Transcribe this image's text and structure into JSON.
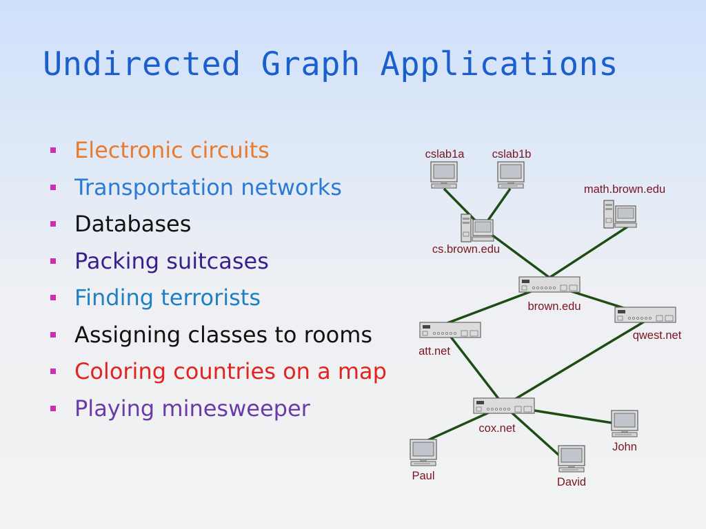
{
  "slide": {
    "title": "Undirected Graph Applications",
    "bullet_color": "#cc2fb3",
    "bullets": [
      {
        "text": "Electronic circuits",
        "color": "#ea7a2c"
      },
      {
        "text": "Transportation networks",
        "color": "#2b7ad6"
      },
      {
        "text": "Databases",
        "color": "#111111"
      },
      {
        "text": "Packing suitcases",
        "color": "#3a1f8c"
      },
      {
        "text": "Finding terrorists",
        "color": "#1f7fc4"
      },
      {
        "text": "Assigning classes to rooms",
        "color": "#111111"
      },
      {
        "text": "Coloring countries on a map",
        "color": "#e3231f"
      },
      {
        "text": "Playing minesweeper",
        "color": "#6a3aa8"
      }
    ]
  },
  "network": {
    "edge_color": "#1d4d14",
    "label_color": "#7a1420",
    "nodes": [
      {
        "id": "cslab1a",
        "label": "cslab1a",
        "kind": "workstation-icon"
      },
      {
        "id": "cslab1b",
        "label": "cslab1b",
        "kind": "workstation-icon"
      },
      {
        "id": "math",
        "label": "math.brown.edu",
        "kind": "server-tower-icon"
      },
      {
        "id": "cs",
        "label": "cs.brown.edu",
        "kind": "server-tower-icon"
      },
      {
        "id": "brown",
        "label": "brown.edu",
        "kind": "router-icon"
      },
      {
        "id": "att",
        "label": "att.net",
        "kind": "router-icon"
      },
      {
        "id": "qwest",
        "label": "qwest.net",
        "kind": "router-icon"
      },
      {
        "id": "cox",
        "label": "cox.net",
        "kind": "router-icon"
      },
      {
        "id": "john",
        "label": "John",
        "kind": "workstation-icon"
      },
      {
        "id": "paul",
        "label": "Paul",
        "kind": "workstation-icon"
      },
      {
        "id": "david",
        "label": "David",
        "kind": "workstation-icon"
      }
    ],
    "edges": [
      [
        "cslab1a",
        "cs"
      ],
      [
        "cslab1b",
        "cs"
      ],
      [
        "cs",
        "brown"
      ],
      [
        "math",
        "brown"
      ],
      [
        "brown",
        "att"
      ],
      [
        "brown",
        "qwest"
      ],
      [
        "att",
        "cox"
      ],
      [
        "qwest",
        "cox"
      ],
      [
        "cox",
        "john"
      ],
      [
        "cox",
        "paul"
      ],
      [
        "cox",
        "david"
      ]
    ]
  }
}
